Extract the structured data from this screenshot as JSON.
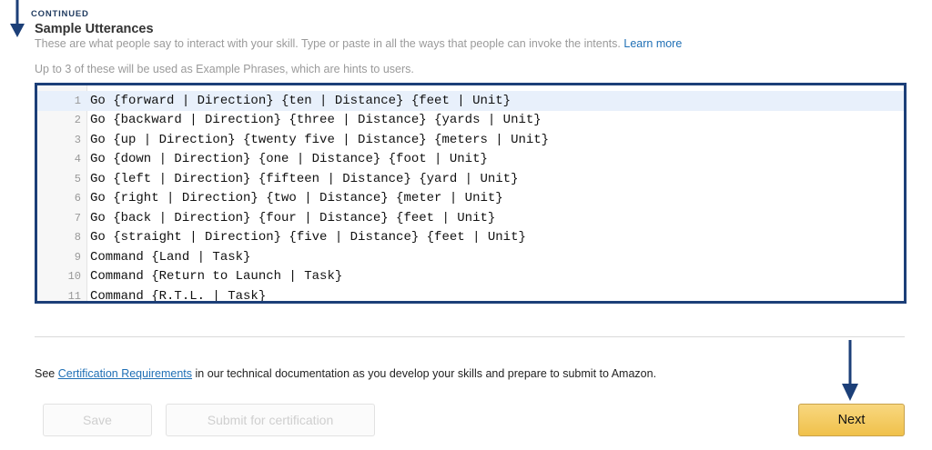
{
  "header": {
    "continued": "CONTINUED",
    "title": "Sample Utterances",
    "description": "These are what people say to interact with your skill. Type or paste in all the ways that people can invoke the intents.",
    "learn_more": "Learn more",
    "hint": "Up to 3 of these will be used as Example Phrases, which are hints to users."
  },
  "editor": {
    "lines": [
      {
        "num": "1",
        "text": "Go {forward | Direction} {ten | Distance} {feet | Unit}"
      },
      {
        "num": "2",
        "text": "Go {backward | Direction} {three | Distance} {yards | Unit}"
      },
      {
        "num": "3",
        "text": "Go {up | Direction} {twenty five | Distance} {meters | Unit}"
      },
      {
        "num": "4",
        "text": "Go {down | Direction} {one | Distance} {foot | Unit}"
      },
      {
        "num": "5",
        "text": "Go {left | Direction} {fifteen | Distance} {yard | Unit}"
      },
      {
        "num": "6",
        "text": "Go {right | Direction} {two | Distance} {meter | Unit}"
      },
      {
        "num": "7",
        "text": "Go {back | Direction} {four | Distance} {feet | Unit}"
      },
      {
        "num": "8",
        "text": "Go {straight | Direction} {five | Distance} {feet | Unit}"
      },
      {
        "num": "9",
        "text": "Command {Land | Task}"
      },
      {
        "num": "10",
        "text": "Command {Return to Launch | Task}"
      },
      {
        "num": "11",
        "text": "Command {R.T.L. | Task}"
      }
    ]
  },
  "footer": {
    "cert_prefix": "See",
    "cert_link": "Certification Requirements",
    "cert_suffix": "in our technical documentation as you develop your skills and prepare to submit to Amazon.",
    "save_label": "Save",
    "submit_label": "Submit for certification",
    "next_label": "Next"
  },
  "colors": {
    "accent_navy": "#1c3f78",
    "link": "#1f6fb5",
    "next_button": "#f0c14b"
  }
}
